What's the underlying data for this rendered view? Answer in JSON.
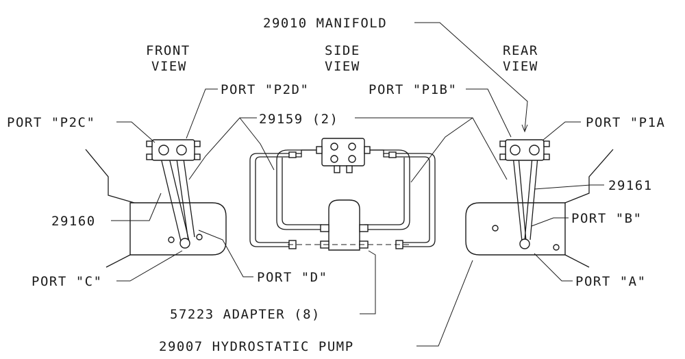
{
  "labels": {
    "manifold": "29010 MANIFOLD",
    "front_view_1": "FRONT",
    "front_view_2": "VIEW",
    "side_view_1": "SIDE",
    "side_view_2": "VIEW",
    "rear_view_1": "REAR",
    "rear_view_2": "VIEW",
    "port_p2d": "PORT \"P2D\"",
    "port_p1b": "PORT \"P1B\"",
    "port_p2c": "PORT \"P2C\"",
    "port_p1a": "PORT \"P1A",
    "hose_29159": "29159 (2)",
    "hose_29161": "29161",
    "hose_29160": "29160",
    "port_b": "PORT \"B\"",
    "port_c": "PORT \"C\"",
    "port_d": "PORT \"D\"",
    "port_a": "PORT \"A\"",
    "adapter": "57223 ADAPTER (8)",
    "pump": "29007 HYDROSTATIC PUMP"
  }
}
